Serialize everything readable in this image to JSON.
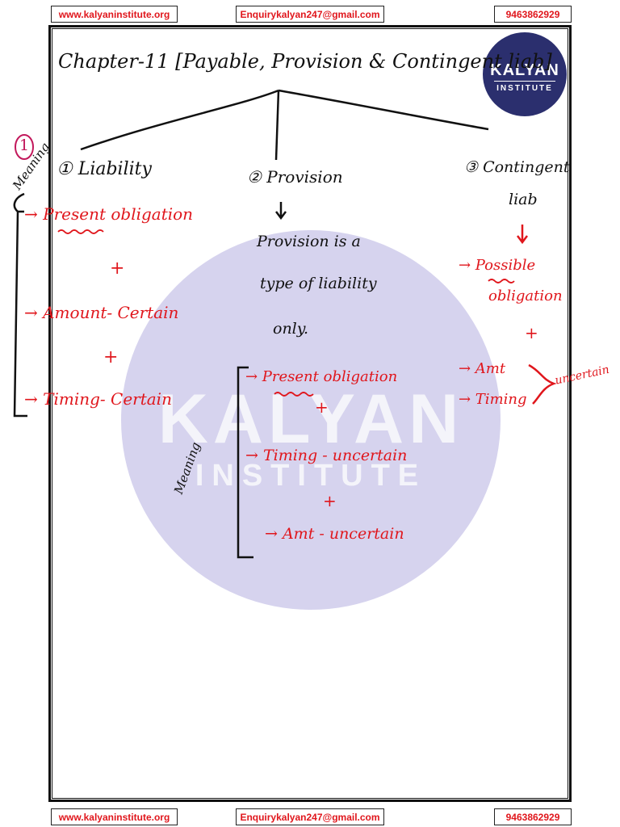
{
  "header": {
    "website": "www.kalyaninstitute.org",
    "email": "Enquirykalyan247@gmail.com",
    "phone": "9463862929"
  },
  "footer": {
    "website": "www.kalyaninstitute.org",
    "email": "Enquirykalyan247@gmail.com",
    "phone": "9463862929"
  },
  "logo": {
    "line1": "KALYAN",
    "line2": "INSTITUTE"
  },
  "watermark": {
    "line1": "KALYAN",
    "line2": "INSTITUTE"
  },
  "notes": {
    "title": "Chapter-11 [Payable, Provision & Contingent liab]",
    "section_marker": "1",
    "side_label_meaning": "Meaning",
    "col1": {
      "heading": "① Liability",
      "items": [
        "→ Present obligation",
        "+",
        "→ Amount- Certain",
        "+",
        "→ Timing- Certain"
      ]
    },
    "col2": {
      "heading": "② Provision",
      "note": [
        "Provision is a",
        "type of liability",
        "only."
      ],
      "meaning_label": "Meaning",
      "items": [
        "→ Present obligation",
        "+",
        "→ Timing - uncertain",
        "+",
        "→ Amt - uncertain"
      ]
    },
    "col3": {
      "heading": "③ Contingent",
      "heading2": "liab",
      "items": [
        "→ Possible",
        "obligation",
        "+",
        "→ Amt",
        "→ Timing"
      ],
      "uncertain": "uncertain"
    }
  },
  "colors": {
    "link_red": "#e0161c",
    "logo_navy": "#2b2f6e",
    "watermark": "#d6d3ee"
  }
}
